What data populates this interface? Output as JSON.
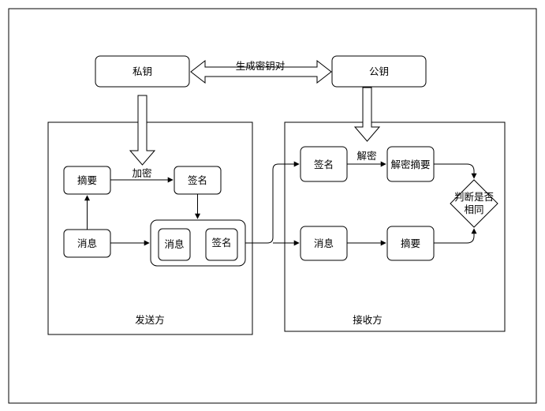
{
  "top": {
    "private_key": "私钥",
    "public_key": "公钥",
    "generate_pair": "生成密钥对"
  },
  "sender": {
    "title": "发送方",
    "digest": "摘要",
    "message": "消息",
    "signature": "签名",
    "encrypt": "加密",
    "packet_message": "消息",
    "packet_signature": "签名"
  },
  "receiver": {
    "title": "接收方",
    "signature": "签名",
    "decrypt": "解密",
    "decrypted_digest": "解密摘要",
    "message": "消息",
    "digest": "摘要",
    "decision_line1": "判断是否",
    "decision_line2": "相同"
  }
}
